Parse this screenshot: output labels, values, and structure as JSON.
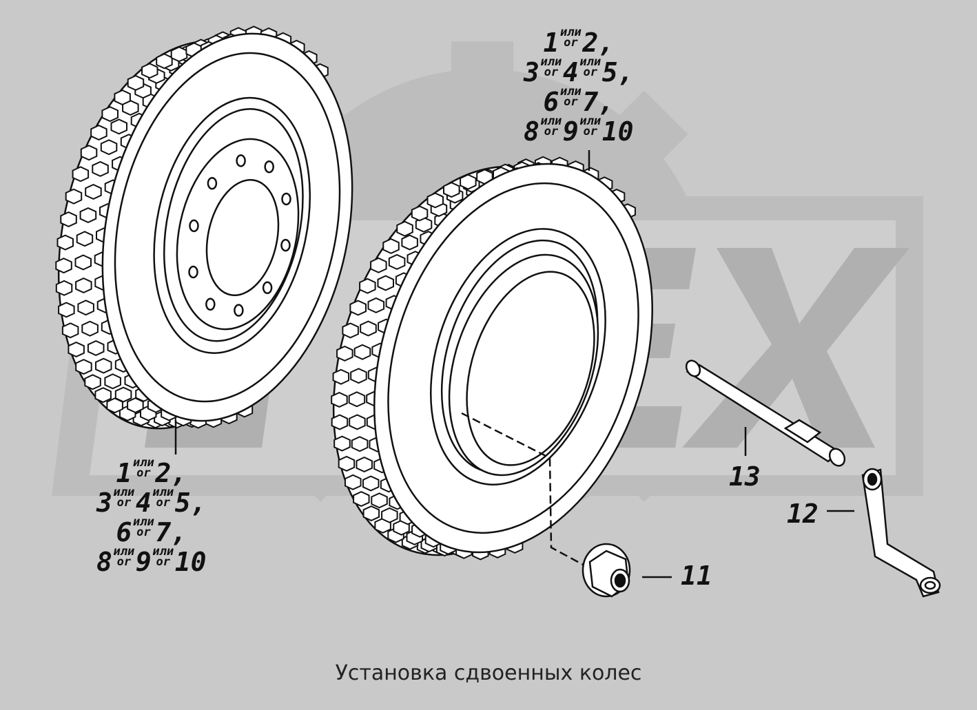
{
  "labels": {
    "group_left": {
      "lines": [
        {
          "a": "1",
          "sup_top": "или",
          "sup_bottom": "or",
          "b": "2",
          "tail": ","
        },
        {
          "a": "3",
          "sup_top": "или",
          "sup_bottom": "or",
          "b": "4",
          "sup2_top": "или",
          "sup2_bottom": "or",
          "c": "5",
          "tail": ","
        },
        {
          "a": "6",
          "sup_top": "или",
          "sup_bottom": "or",
          "b": "7",
          "tail": ","
        },
        {
          "a": "8",
          "sup_top": "или",
          "sup_bottom": "or",
          "b": "9",
          "sup2_top": "или",
          "sup2_bottom": "or",
          "c": "10",
          "tail": ""
        }
      ]
    },
    "group_right": {
      "lines": [
        {
          "a": "1",
          "sup_top": "или",
          "sup_bottom": "or",
          "b": "2",
          "tail": ","
        },
        {
          "a": "3",
          "sup_top": "или",
          "sup_bottom": "or",
          "b": "4",
          "sup2_top": "или",
          "sup2_bottom": "or",
          "c": "5",
          "tail": ","
        },
        {
          "a": "6",
          "sup_top": "или",
          "sup_bottom": "or",
          "b": "7",
          "tail": ","
        },
        {
          "a": "8",
          "sup_top": "или",
          "sup_bottom": "or",
          "b": "9",
          "sup2_top": "или",
          "sup2_bottom": "or",
          "c": "10",
          "tail": ""
        }
      ]
    },
    "part_11": "11",
    "part_12": "12",
    "part_13": "13"
  },
  "caption": "Установка сдвоенных колес",
  "colors": {
    "background": "#c9c9c9",
    "watermark": "#bdbdbd",
    "line": "#111111",
    "white": "#ffffff"
  }
}
